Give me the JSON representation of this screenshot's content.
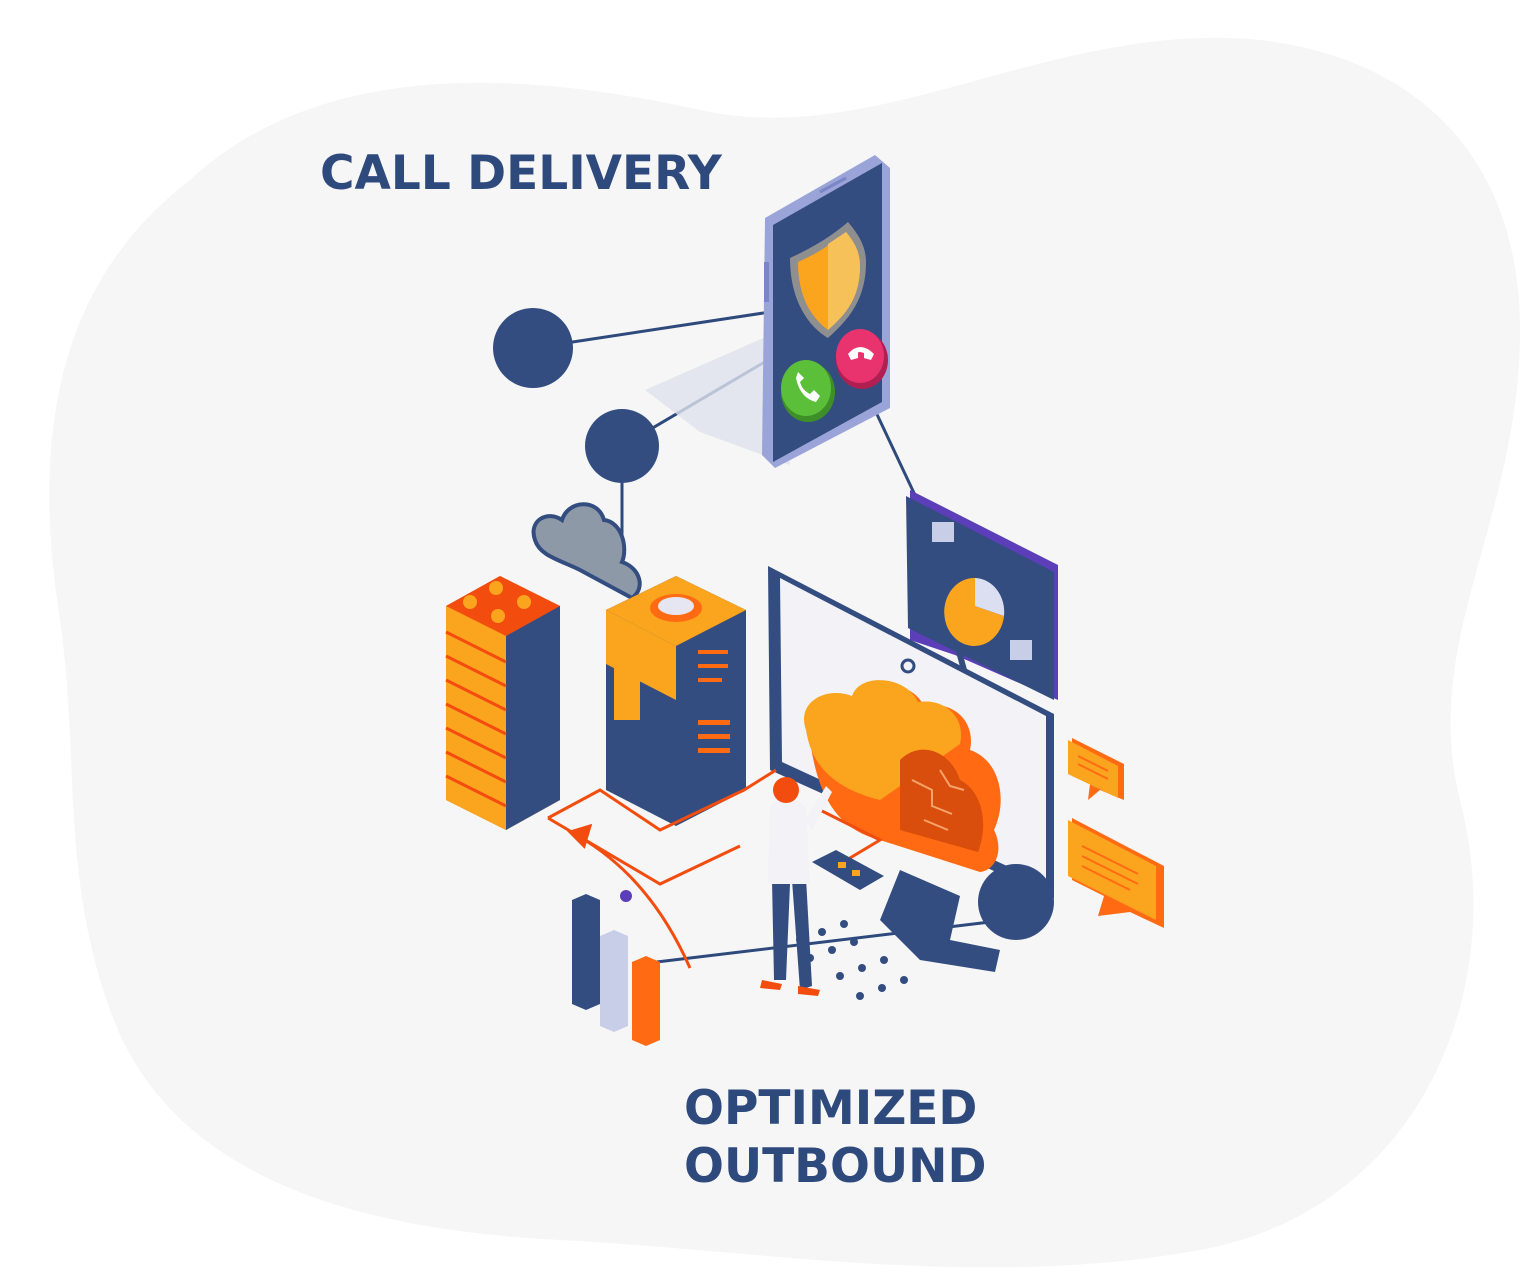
{
  "labels": {
    "call_delivery": "CALL DELIVERY",
    "optimized_line1": "OPTIMIZED",
    "optimized_line2": "OUTBOUND"
  },
  "colors": {
    "background_blob": "#f6f6f6",
    "navy": "#2e4a7d",
    "dark_navy": "#334d80",
    "orange": "#fba41e",
    "deep_orange": "#ff6a13",
    "red_orange": "#f24d0e",
    "green": "#5bbf3a",
    "pink": "#e8336e",
    "lavender": "#9aa4d9",
    "gray_cloud": "#8e99a8"
  },
  "icons": [
    "smartphone-icon",
    "shield-icon",
    "accept-call-icon",
    "decline-call-icon",
    "server-rack-icon",
    "server-tower-icon",
    "gray-cloud-icon",
    "cloud-icon",
    "monitor-icon",
    "pie-chart-panel-icon",
    "chat-bubble-icon",
    "bar-chart-icon",
    "person-icon",
    "network-node-icon"
  ]
}
